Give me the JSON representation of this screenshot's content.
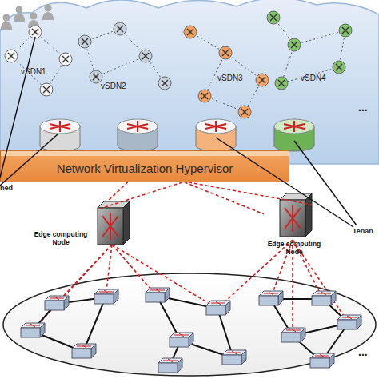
{
  "diagram": {
    "nodes": [
      {
        "text": [
          "Network Virtualization Hypervisor"
        ]
      },
      {
        "text": [
          "Edge computing Node"
        ]
      },
      {
        "text": [
          "Edge computing Node"
        ]
      }
    ],
    "edges": [
      {
        "from": 0,
        "to": 1,
        "arrow": "none"
      },
      {
        "from": 0,
        "to": 2,
        "arrow": "none"
      }
    ],
    "labels": [
      "vSDN1",
      "vSDN2",
      "vSDN3",
      "vSDN4",
      "...",
      "ned",
      "Tenan",
      "..."
    ]
  }
}
